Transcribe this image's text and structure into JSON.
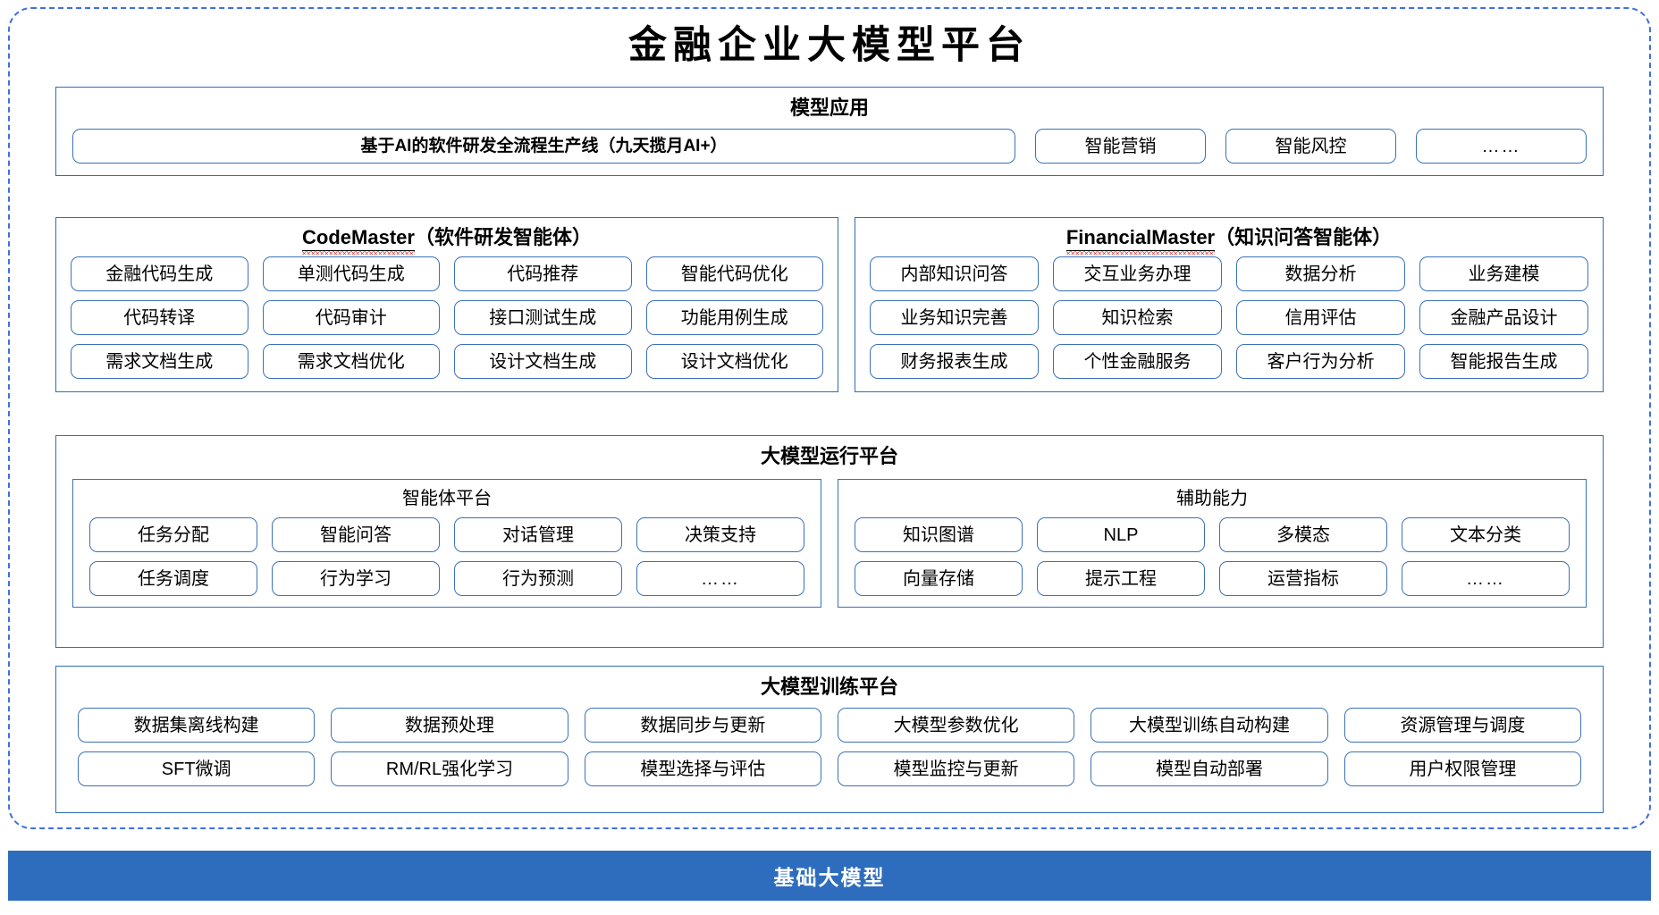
{
  "title": "金融企业大模型平台",
  "colors": {
    "frame_dashed": "#3F6FE0",
    "panel_border": "#2E6DB4",
    "chip_border": "#3B72B8",
    "base_bar": "#2E6DBE",
    "spellcheck_underline": "#E03A2F"
  },
  "model_application": {
    "title": "模型应用",
    "primary_chip": "基于AI的软件研发全流程生产线（九天揽月AI+）",
    "chips": [
      "智能营销",
      "智能风控",
      "……"
    ]
  },
  "agents": [
    {
      "name_en": "CodeMaster",
      "name_cn": "（软件研发智能体）",
      "spellchecked": true,
      "chips": [
        "金融代码生成",
        "单测代码生成",
        "代码推荐",
        "智能代码优化",
        "代码转译",
        "代码审计",
        "接口测试生成",
        "功能用例生成",
        "需求文档生成",
        "需求文档优化",
        "设计文档生成",
        "设计文档优化"
      ]
    },
    {
      "name_en": "FinancialMaster",
      "name_cn": "（知识问答智能体）",
      "spellchecked": true,
      "chips": [
        "内部知识问答",
        "交互业务办理",
        "数据分析",
        "业务建模",
        "业务知识完善",
        "知识检索",
        "信用评估",
        "金融产品设计",
        "财务报表生成",
        "个性金融服务",
        "客户行为分析",
        "智能报告生成"
      ]
    }
  ],
  "runtime_platform": {
    "title": "大模型运行平台",
    "subpanels": [
      {
        "title": "智能体平台",
        "chips": [
          "任务分配",
          "智能问答",
          "对话管理",
          "决策支持",
          "任务调度",
          "行为学习",
          "行为预测",
          "……"
        ]
      },
      {
        "title": "辅助能力",
        "chips": [
          "知识图谱",
          "NLP",
          "多模态",
          "文本分类",
          "向量存储",
          "提示工程",
          "运营指标",
          "……"
        ]
      }
    ]
  },
  "training_platform": {
    "title": "大模型训练平台",
    "chips": [
      "数据集离线构建",
      "数据预处理",
      "数据同步与更新",
      "大模型参数优化",
      "大模型训练自动构建",
      "资源管理与调度",
      "SFT微调",
      "RM/RL强化学习",
      "模型选择与评估",
      "模型监控与更新",
      "模型自动部署",
      "用户权限管理"
    ]
  },
  "base_model_bar": {
    "label": "基础大模型"
  }
}
